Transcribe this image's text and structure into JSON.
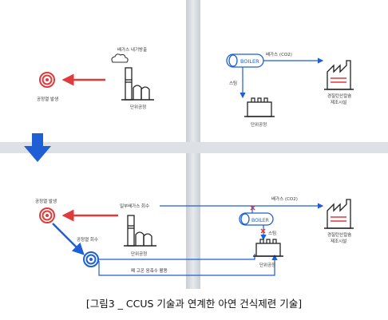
{
  "panel_tl": {
    "emission_label": "배가스 내기방출",
    "heat_label": "공정열 발생",
    "plant_label": "단위공정"
  },
  "panel_tr": {
    "boiler_label": "BOILER",
    "flue_gas_label": "배가스 (CO2)",
    "steam_label": "스팀",
    "plant_label": "단위공정",
    "product_plant_label_1": "경질탄산칼슘",
    "product_plant_label_2": "제조시설"
  },
  "panel_bl": {
    "heat_label": "공정열 발생",
    "partial_flue_label": "일부배가스 회수",
    "heat_recovery_label": "공정열 회수",
    "plant_label": "단위공정",
    "hot_water_label": "폐 고온 응축수 활용"
  },
  "panel_br": {
    "flue_gas_label": "배가스 (CO2)",
    "boiler_label": "BOILER",
    "steam_label": "스팀",
    "plant_label": "단위공정",
    "product_plant_label_1": "경질탄산칼슘",
    "product_plant_label_2": "제조시설"
  },
  "caption": "[그림3 _ CCUS 기술과 연계한 아연 건식제련 기술]",
  "colors": {
    "red": "#e03a3a",
    "blue": "#1f5fd6",
    "divider": "#d7dbe0",
    "dark": "#222222"
  },
  "icons": [
    "target-icon",
    "factory-icon",
    "smoke-cloud-icon",
    "boiler-icon",
    "process-plant-icon",
    "down-arrow-icon",
    "x-mark-icon"
  ]
}
